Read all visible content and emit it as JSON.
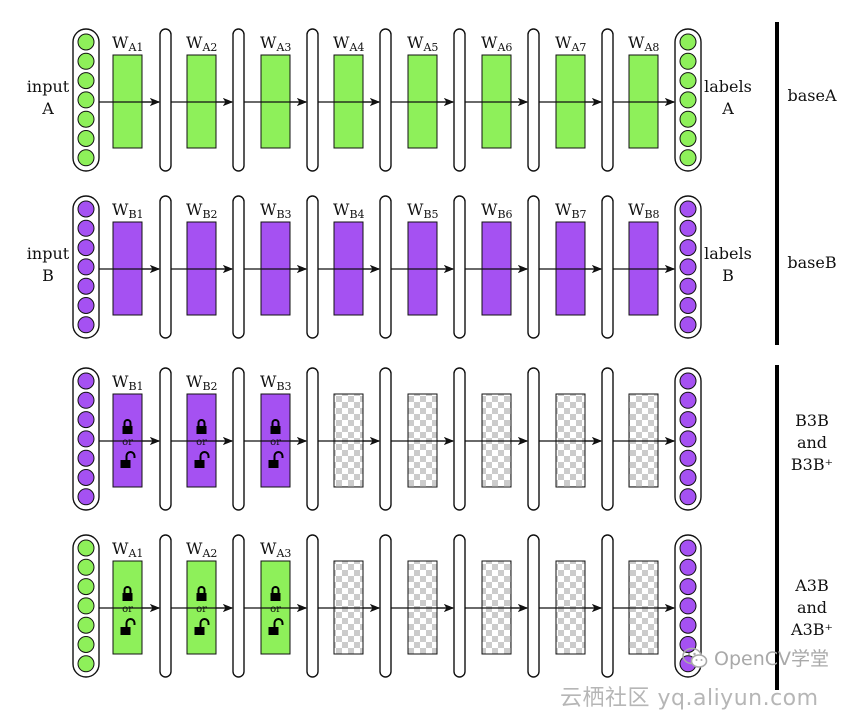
{
  "colors": {
    "green": "#8ef05a",
    "purple": "#a551f2",
    "stroke": "#111111",
    "checker_light": "#ffffff",
    "checker_dark": "#cccccc",
    "watermark": "#a9a9a9"
  },
  "rows": [
    {
      "id": "baseA",
      "color": "green",
      "left_label": [
        "input",
        "A"
      ],
      "right_label": [
        "labels",
        "A"
      ],
      "weights": [
        {
          "main": "W",
          "sub": "A1"
        },
        {
          "main": "W",
          "sub": "A2"
        },
        {
          "main": "W",
          "sub": "A3"
        },
        {
          "main": "W",
          "sub": "A4"
        },
        {
          "main": "W",
          "sub": "A5"
        },
        {
          "main": "W",
          "sub": "A6"
        },
        {
          "main": "W",
          "sub": "A7"
        },
        {
          "main": "W",
          "sub": "A8"
        }
      ],
      "end_dot_color": "green",
      "transferred_layers": 0
    },
    {
      "id": "baseB",
      "color": "purple",
      "left_label": [
        "input",
        "B"
      ],
      "right_label": [
        "labels",
        "B"
      ],
      "weights": [
        {
          "main": "W",
          "sub": "B1"
        },
        {
          "main": "W",
          "sub": "B2"
        },
        {
          "main": "W",
          "sub": "B3"
        },
        {
          "main": "W",
          "sub": "B4"
        },
        {
          "main": "W",
          "sub": "B5"
        },
        {
          "main": "W",
          "sub": "B6"
        },
        {
          "main": "W",
          "sub": "B7"
        },
        {
          "main": "W",
          "sub": "B8"
        }
      ],
      "end_dot_color": "purple",
      "transferred_layers": 0
    },
    {
      "id": "B3B",
      "color": "purple",
      "left_label": [],
      "right_label": [],
      "weights": [
        {
          "main": "W",
          "sub": "B1"
        },
        {
          "main": "W",
          "sub": "B2"
        },
        {
          "main": "W",
          "sub": "B3"
        }
      ],
      "end_dot_color": "purple",
      "transferred_layers": 3
    },
    {
      "id": "A3B",
      "color": "green",
      "left_label": [],
      "right_label": [],
      "weights": [
        {
          "main": "W",
          "sub": "A1"
        },
        {
          "main": "W",
          "sub": "A2"
        },
        {
          "main": "W",
          "sub": "A3"
        }
      ],
      "end_dot_color": "purple",
      "transferred_layers": 3
    }
  ],
  "lock_text": "or",
  "sidebar": [
    {
      "lines": [
        "baseA"
      ],
      "rows": [
        0
      ]
    },
    {
      "lines": [
        "baseB"
      ],
      "rows": [
        1
      ]
    },
    {
      "lines": [
        "B3B",
        "and",
        "B3B⁺"
      ],
      "rows": [
        2
      ]
    },
    {
      "lines": [
        "A3B",
        "and",
        "A3B⁺"
      ],
      "rows": [
        3
      ]
    }
  ],
  "watermark": {
    "wechat_text": "OpenCV学堂",
    "site_text": "云栖社区 yq.aliyun.com",
    "wechat_icon": "wechat-icon"
  }
}
